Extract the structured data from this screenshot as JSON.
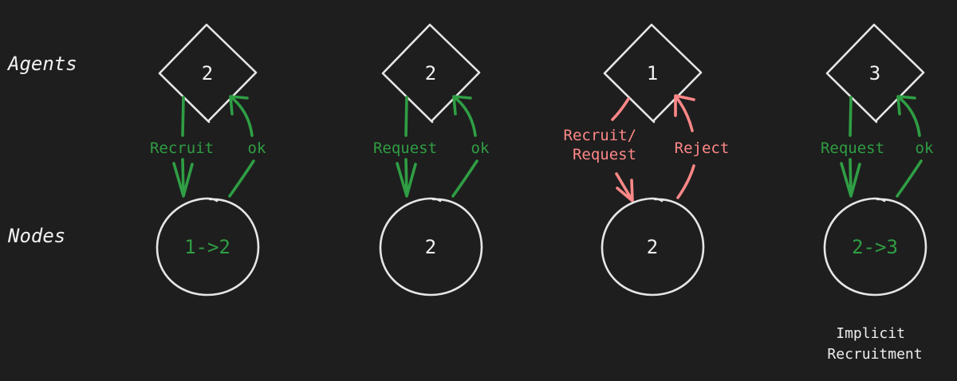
{
  "row_labels": {
    "agents": "Agents",
    "nodes": "Nodes"
  },
  "colors": {
    "background": "#1e1e1e",
    "outline": "#e6e6e6",
    "accept": "#2f9e44",
    "reject": "#ff8787",
    "text": "#f2f2f2"
  },
  "columns": [
    {
      "agent_count": "2",
      "node_count": "1->2",
      "node_highlight": true,
      "down_label": [
        "Recruit"
      ],
      "up_label": "ok",
      "status": "accept",
      "note": []
    },
    {
      "agent_count": "2",
      "node_count": "2",
      "node_highlight": false,
      "down_label": [
        "Request"
      ],
      "up_label": "ok",
      "status": "accept",
      "note": []
    },
    {
      "agent_count": "1",
      "node_count": "2",
      "node_highlight": false,
      "down_label": [
        "Recruit/",
        "Request"
      ],
      "up_label": "Reject",
      "status": "reject",
      "note": []
    },
    {
      "agent_count": "3",
      "node_count": "2->3",
      "node_highlight": true,
      "down_label": [
        "Request"
      ],
      "up_label": "ok",
      "status": "accept",
      "note": [
        "Implicit",
        "Recruitment"
      ]
    }
  ]
}
